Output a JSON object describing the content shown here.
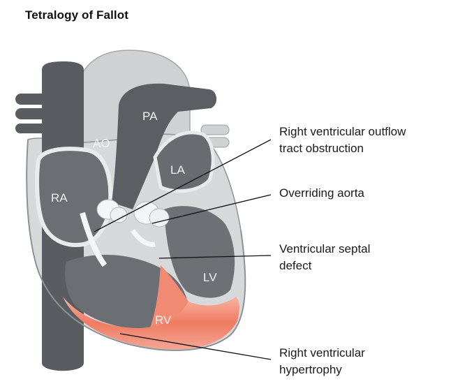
{
  "title": "Tetralogy of Fallot",
  "chamber_labels": {
    "pa": "PA",
    "ao": "AO",
    "la": "LA",
    "ra": "RA",
    "lv": "LV",
    "rv": "RV"
  },
  "callouts": [
    {
      "line1": "Right ventricular outflow",
      "line2": "tract obstruction"
    },
    {
      "line1": "Overriding aorta",
      "line2": ""
    },
    {
      "line1": "Ventricular septal",
      "line2": "defect"
    },
    {
      "line1": "Right ventricular",
      "line2": "hypertrophy"
    }
  ],
  "colors": {
    "vessel_dark": "#5b5e62",
    "aorta_light": "#cfd1d3",
    "hypertrophy": "#f0836b",
    "outline": "#9a9da0"
  }
}
